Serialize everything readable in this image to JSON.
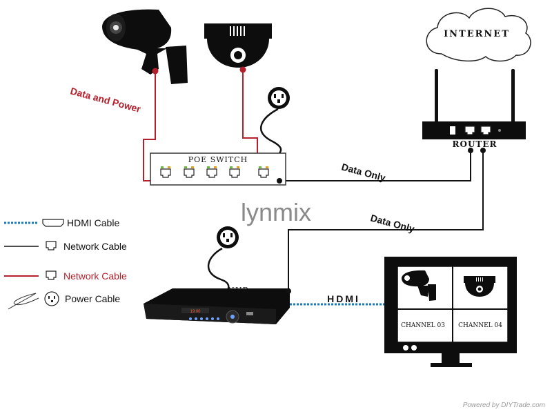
{
  "internet_label": "INTERNET",
  "router_label": "ROUTER",
  "poe_switch_label": "POE SWITCH",
  "nvr_label": "NVR",
  "nvr_display": "19:00",
  "watermark": "lynmix",
  "footer": "Powered by DIYTrade.com",
  "cables": {
    "data_power": "Data and Power",
    "data_only_1": "Data Only",
    "data_only_2": "Data Only",
    "hdmi": "HDMI"
  },
  "monitor": {
    "channel_3": "CHANNEL 03",
    "channel_4": "CHANNEL 04"
  },
  "legend": [
    {
      "label": "HDMI Cable",
      "color": "#1a7bbf"
    },
    {
      "label": "Network Cable",
      "color": "#111111"
    },
    {
      "label": "Network Cable",
      "color": "#b3202c"
    },
    {
      "label": "Power Cable",
      "color": "#111111"
    }
  ],
  "colors": {
    "red_cable": "#b3202c",
    "black_cable": "#111111",
    "hdmi_cable": "#1a7bbf",
    "device": "#0d0d0d"
  }
}
